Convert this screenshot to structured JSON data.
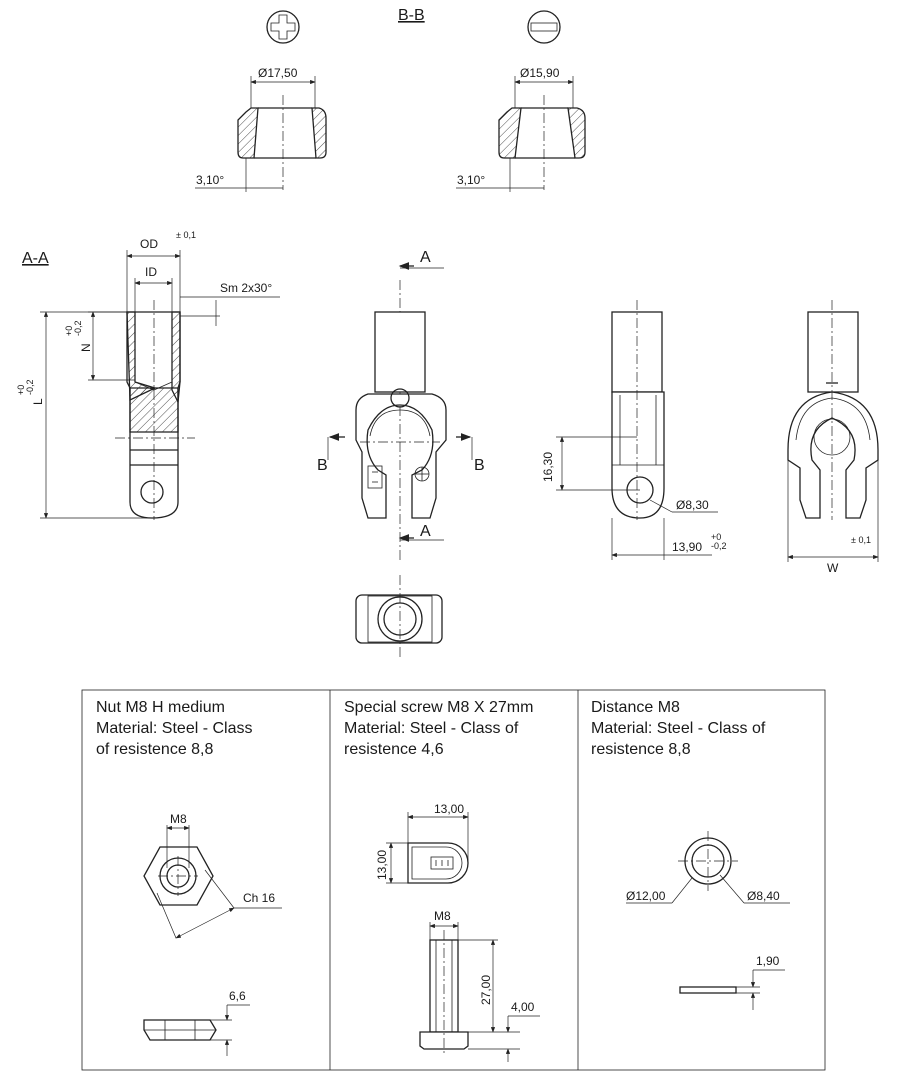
{
  "section_labels": {
    "bb": "B-B",
    "aa": "A-A",
    "a_top": "A",
    "a_bottom": "A",
    "b_left": "B",
    "b_right": "B"
  },
  "dimensions": {
    "d1750": "Ø17,50",
    "d1590": "Ø15,90",
    "ang1": "3,10°",
    "ang2": "3,10°",
    "od": "OD",
    "id": "ID",
    "od_tol": "± 0,1",
    "sm": "Sm 2x30°",
    "n": "N",
    "n_tol_up": "+0",
    "n_tol_dn": "-0,2",
    "l": "L",
    "l_tol_up": "+0",
    "l_tol_dn": "-0,2",
    "d1630": "16,30",
    "d830": "Ø8,30",
    "d1390": "13,90",
    "d1390_up": "+0",
    "d1390_dn": "-0,2",
    "w": "W",
    "w_tol": "± 0,1"
  },
  "panels": [
    {
      "title": "Nut M8 H medium\nMaterial: Steel - Class\nof resistence 8,8"
    },
    {
      "title": "Special screw M8 X 27mm\nMaterial: Steel - Class of\nresistence 4,6"
    },
    {
      "title": "Distance M8\nMaterial: Steel - Class of\nresistence  8,8"
    }
  ],
  "panel_dims": {
    "nut_m8": "M8",
    "nut_ch": "Ch 16",
    "nut_h": "6,6",
    "screw_w": "13,00",
    "screw_h": "13,00",
    "screw_m8": "M8",
    "screw_len": "27,00",
    "screw_head": "4,00",
    "dist_od": "Ø12,00",
    "dist_id": "Ø8,40",
    "dist_t": "1,90"
  }
}
